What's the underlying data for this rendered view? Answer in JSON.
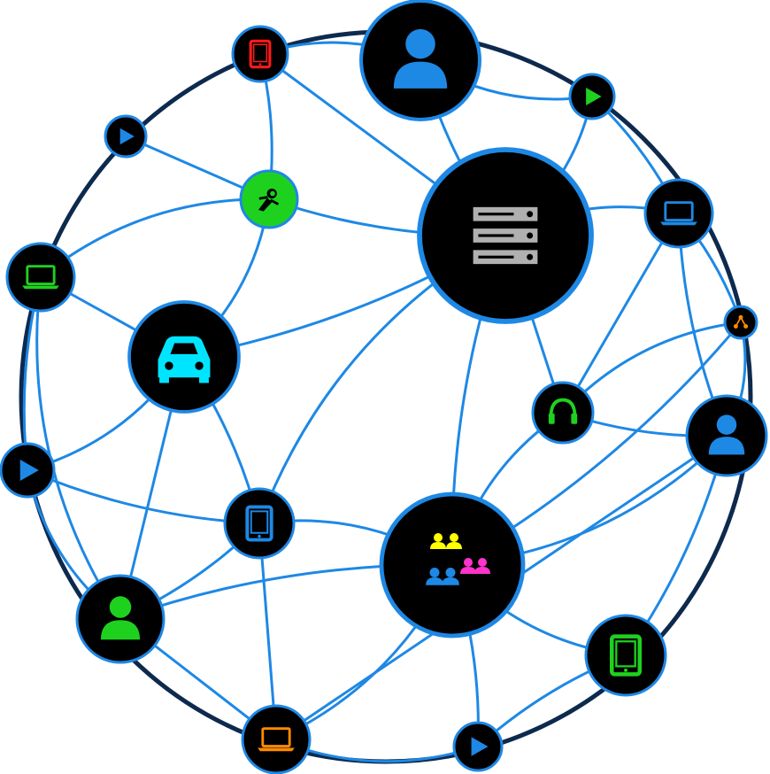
{
  "diagram": {
    "colors": {
      "link": "#1e88e5",
      "node_border": "#1e88e5",
      "node_fill": "#000000",
      "ring": "#0d2a4e",
      "server": "#b0b0b0"
    },
    "nodes": [
      {
        "id": "user-top",
        "icon": "user-icon",
        "color": "#1e88e5"
      },
      {
        "id": "tablet-top",
        "icon": "tablet-icon",
        "color": "#ff1a1a"
      },
      {
        "id": "play-top-right",
        "icon": "play-icon",
        "color": "#1fd11f"
      },
      {
        "id": "play-top-left",
        "icon": "play-icon",
        "color": "#1e88e5"
      },
      {
        "id": "astronaut",
        "icon": "astronaut-icon",
        "color": "#000000"
      },
      {
        "id": "server",
        "icon": "server-icon",
        "color": "#b0b0b0"
      },
      {
        "id": "laptop-right",
        "icon": "laptop-icon",
        "color": "#1e88e5"
      },
      {
        "id": "laptop-left",
        "icon": "laptop-icon",
        "color": "#1fd11f"
      },
      {
        "id": "share",
        "icon": "share-icon",
        "color": "#ff8a00"
      },
      {
        "id": "car",
        "icon": "car-icon",
        "color": "#00e5ff"
      },
      {
        "id": "headset",
        "icon": "headset-icon",
        "color": "#1fd11f"
      },
      {
        "id": "user-right",
        "icon": "user-icon",
        "color": "#1e88e5"
      },
      {
        "id": "play-left",
        "icon": "play-icon",
        "color": "#1e88e5"
      },
      {
        "id": "tablet-center",
        "icon": "tablet-icon",
        "color": "#1e88e5"
      },
      {
        "id": "group",
        "icon": "users-group-icon",
        "color": "#ffff00"
      },
      {
        "id": "user-left-bottom",
        "icon": "user-icon",
        "color": "#1fd11f"
      },
      {
        "id": "tablet-bottom-right",
        "icon": "tablet-icon",
        "color": "#1fd11f"
      },
      {
        "id": "laptop-bottom",
        "icon": "laptop-icon",
        "color": "#ff8a00"
      },
      {
        "id": "play-bottom",
        "icon": "play-icon",
        "color": "#1e88e5"
      }
    ],
    "links": [
      [
        "tablet-top",
        "user-top"
      ],
      [
        "tablet-top",
        "astronaut"
      ],
      [
        "tablet-top",
        "server"
      ],
      [
        "user-top",
        "server"
      ],
      [
        "user-top",
        "play-top-right"
      ],
      [
        "play-top-right",
        "server"
      ],
      [
        "play-top-right",
        "laptop-right"
      ],
      [
        "play-top-left",
        "astronaut"
      ],
      [
        "astronaut",
        "server"
      ],
      [
        "astronaut",
        "laptop-left"
      ],
      [
        "astronaut",
        "car"
      ],
      [
        "server",
        "car"
      ],
      [
        "server",
        "headset"
      ],
      [
        "server",
        "group"
      ],
      [
        "server",
        "tablet-center"
      ],
      [
        "server",
        "laptop-right"
      ],
      [
        "laptop-right",
        "share"
      ],
      [
        "laptop-right",
        "headset"
      ],
      [
        "laptop-right",
        "user-right"
      ],
      [
        "share",
        "headset"
      ],
      [
        "share",
        "user-right"
      ],
      [
        "share",
        "group"
      ],
      [
        "laptop-left",
        "car"
      ],
      [
        "laptop-left",
        "play-left"
      ],
      [
        "laptop-left",
        "user-left-bottom"
      ],
      [
        "car",
        "play-left"
      ],
      [
        "car",
        "tablet-center"
      ],
      [
        "car",
        "user-left-bottom"
      ],
      [
        "headset",
        "user-right"
      ],
      [
        "headset",
        "group"
      ],
      [
        "user-right",
        "group"
      ],
      [
        "user-right",
        "tablet-bottom-right"
      ],
      [
        "user-right",
        "laptop-bottom"
      ],
      [
        "play-left",
        "tablet-center"
      ],
      [
        "play-left",
        "user-left-bottom"
      ],
      [
        "tablet-center",
        "group"
      ],
      [
        "tablet-center",
        "user-left-bottom"
      ],
      [
        "tablet-center",
        "laptop-bottom"
      ],
      [
        "group",
        "user-left-bottom"
      ],
      [
        "group",
        "tablet-bottom-right"
      ],
      [
        "group",
        "laptop-bottom"
      ],
      [
        "group",
        "play-bottom"
      ],
      [
        "user-left-bottom",
        "laptop-bottom"
      ],
      [
        "tablet-bottom-right",
        "play-bottom"
      ],
      [
        "laptop-bottom",
        "play-bottom"
      ]
    ]
  }
}
